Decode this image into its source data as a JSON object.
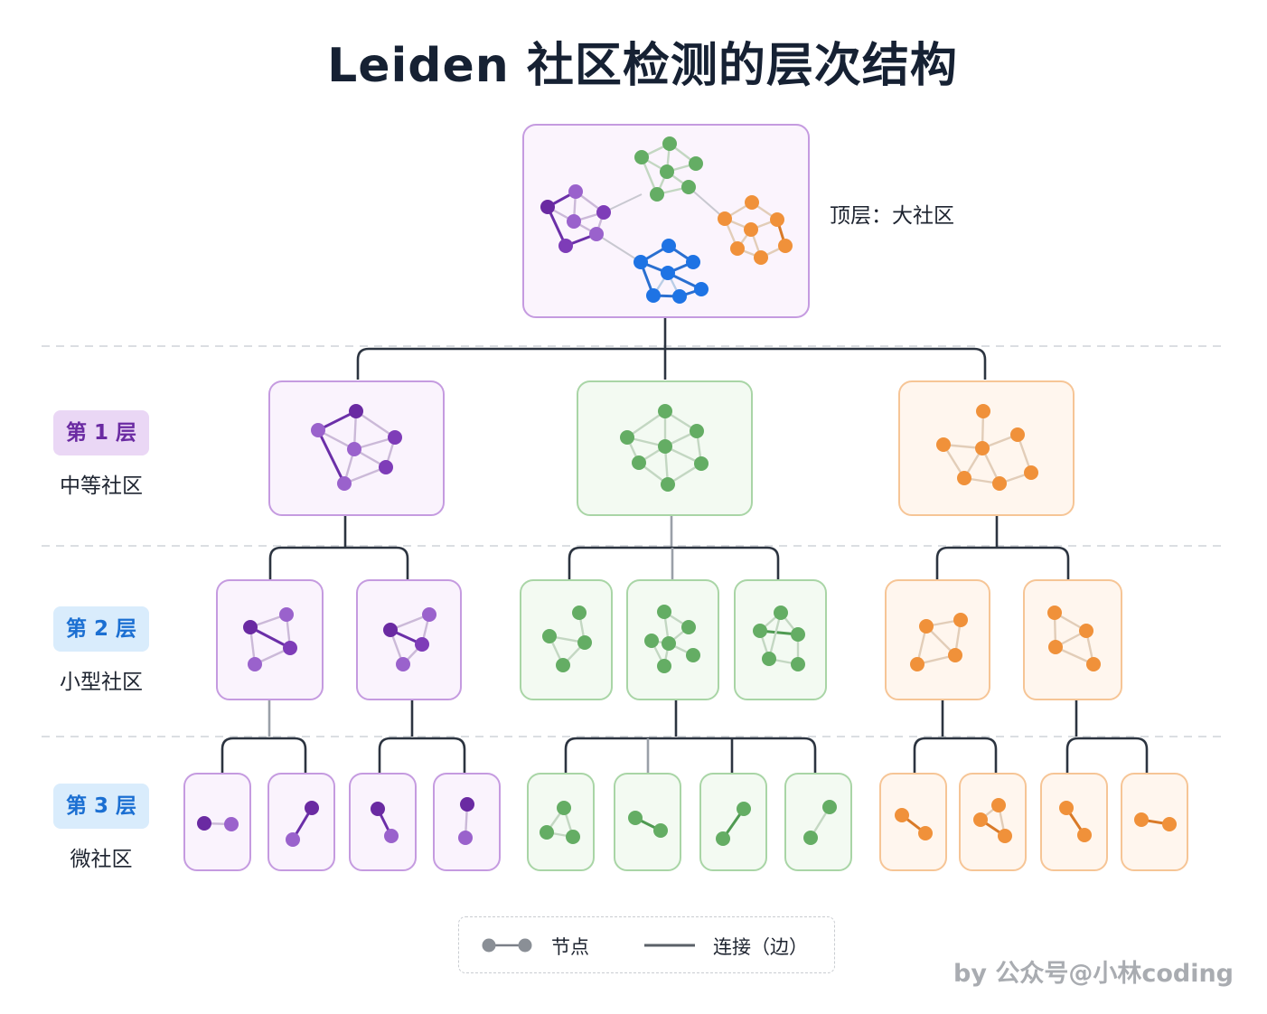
{
  "title": "Leiden 社区检测的层次结构",
  "top_label": "顶层：大社区",
  "levels": [
    {
      "badge": "第 1 层",
      "name": "中等社区",
      "badge_bg": "#ead7f5",
      "badge_color": "#6a2aa2"
    },
    {
      "badge": "第 2 层",
      "name": "小型社区",
      "badge_bg": "#d9ecfc",
      "badge_color": "#1b6fd2"
    },
    {
      "badge": "第 3 层",
      "name": "微社区",
      "badge_bg": "#d9ecfc",
      "badge_color": "#1b6fd2"
    }
  ],
  "legend": {
    "node_label": "节点",
    "edge_label": "连接（边）"
  },
  "watermark": "by 公众号@小林coding",
  "colors": {
    "purple": "#7e3cb8",
    "green": "#64ad64",
    "orange": "#f0913a",
    "blue": "#1e73e4",
    "tree_line": "#2c3440"
  },
  "structure": {
    "top": "all",
    "level1": [
      "purple",
      "green",
      "orange"
    ],
    "level2": {
      "purple": 2,
      "green": 3,
      "orange": 2
    },
    "level3": {
      "purple": 4,
      "green": 4,
      "orange": 4
    }
  }
}
